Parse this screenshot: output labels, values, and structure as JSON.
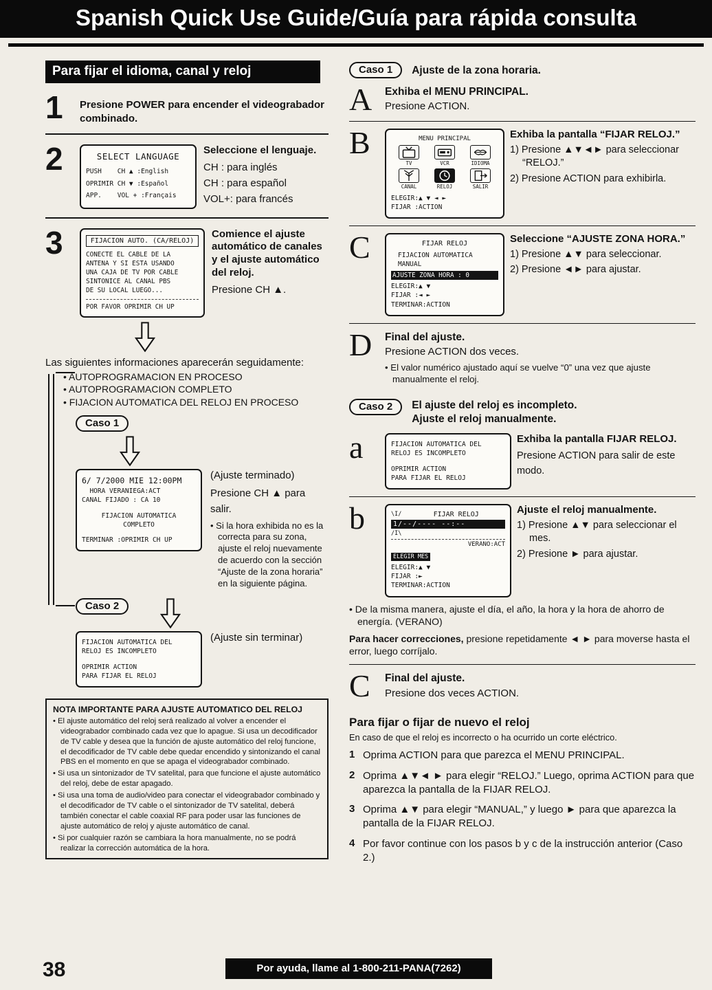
{
  "banner": {
    "title": "Spanish Quick Use Guide/Guía para rápida consulta"
  },
  "left": {
    "section_title": "Para fijar el idioma, canal y reloj",
    "step1": {
      "num": "1",
      "text": "Presione POWER para encender el videograbador combinado."
    },
    "step2": {
      "num": "2",
      "screen": {
        "title": "SELECT LANGUAGE",
        "lines": [
          "PUSH    CH ▲ :English",
          "OPRIMIR CH ▼ :Español",
          "APP.    VOL + :Français"
        ]
      },
      "caption_title": "Seleccione el lenguaje.",
      "caption_lines": [
        "CH : para inglés",
        "CH : para español",
        "VOL+: para francés"
      ]
    },
    "step3": {
      "num": "3",
      "screen": {
        "title": "FIJACION AUTO. (CA/RELOJ)",
        "body": "CONECTE EL CABLE DE LA\nANTENA Y SI ESTA USANDO\nUNA CAJA DE TV POR CABLE\nSINTONICE AL CANAL PBS\nDE SU LOCAL   LUEGO...",
        "footer": "POR FAVOR OPRIMIR CH UP"
      },
      "caption_title": "Comience el ajuste automático de canales y el ajuste automático del reloj.",
      "caption_text": "Presione CH ▲."
    },
    "info_intro": "Las siguientes informaciones aparecerán seguidamente:",
    "info_bullets": [
      "AUTOPROGRAMACION EN PROCESO",
      "AUTOPROGRAMACION COMPLETO",
      "FIJACION AUTOMATICA DEL RELOJ EN PROCESO"
    ],
    "caso1": {
      "badge": "Caso 1",
      "screen": {
        "line_big": "6/ 7/2000 MIE 12:00PM",
        "lines": [
          "  HORA VERANIEGA:ACT",
          "CANAL FIJADO : CA 10",
          "",
          "FIJACION AUTOMATICA",
          "COMPLETO",
          "",
          "TERMINAR :OPRIMIR CH UP"
        ]
      },
      "caption_note": "(Ajuste terminado)",
      "caption_text": "Presione CH ▲ para salir.",
      "caption_bullet": "Si la hora exhibida no es la correcta para su zona, ajuste el reloj nuevamente de acuerdo con la sección “Ajuste de la zona horaria” en la siguiente página."
    },
    "caso2": {
      "badge": "Caso 2",
      "screen_lines": [
        "FIJACION AUTOMATICA DEL",
        "RELOJ ES INCOMPLETO",
        "",
        "OPRIMIR ACTION",
        "PARA FIJAR EL RELOJ"
      ],
      "caption_note": "(Ajuste sin terminar)"
    },
    "note_box": {
      "title": "NOTA IMPORTANTE PARA AJUSTE AUTOMATICO DEL RELOJ",
      "bullets": [
        "El ajuste automático del reloj será realizado al volver a encender el videograbador combinado cada vez que lo apague. Si usa un decodificador de TV cable y desea que la función de ajuste automático del reloj funcione, el decodificador de TV cable debe quedar encendido y sintonizando el canal PBS en el momento en que se apaga el videograbador combinado.",
        "Si usa un sintonizador de TV satelital, para que funcione el ajuste automático del reloj, debe de estar apagado.",
        "Si usa una toma de audio/video para conectar el videograbador combinado y el decodificador de TV cable o el sintonizador de TV satelital, deberá también conectar el cable coaxial RF para poder usar las funciones de ajuste automático de reloj y ajuste automático de canal.",
        "Si por cualquier razón se cambiara la hora manualmente, no se podrá realizar la corrección automática de la hora."
      ]
    }
  },
  "right": {
    "caso1_header": {
      "badge": "Caso 1",
      "title": "Ajuste de la zona horaria."
    },
    "stepA": {
      "letter": "A",
      "title": "Exhiba el MENU PRINCIPAL.",
      "text": "Presione ACTION."
    },
    "stepB": {
      "letter": "B",
      "screen": {
        "title": "MENU PRINCIPAL",
        "selected": "RELOJ",
        "icons": [
          {
            "label": "TV"
          },
          {
            "label": "VCR"
          },
          {
            "label": "IDIOMA"
          },
          {
            "label": "CANAL"
          },
          {
            "label": "RELOJ"
          },
          {
            "label": "SALIR"
          }
        ],
        "footer_lines": [
          "ELEGIR:▲ ▼ ◄ ►",
          "FIJAR :ACTION"
        ]
      },
      "caption_title": "Exhiba la pantalla “FIJAR RELOJ.”",
      "caption_items": [
        "1) Presione ▲▼◄► para seleccionar “RELOJ.”",
        "2) Presione ACTION para exhibirla."
      ]
    },
    "stepC": {
      "letter": "C",
      "screen": {
        "title": "FIJAR RELOJ",
        "lines": [
          "FIJACION AUTOMATICA",
          "MANUAL"
        ],
        "highlight": "AJUSTE ZONA HORA : 0",
        "footer_lines": [
          "ELEGIR:▲ ▼",
          "FIJAR :◄ ►",
          "TERMINAR:ACTION"
        ]
      },
      "caption_title": "Seleccione “AJUSTE ZONA HORA.”",
      "caption_items": [
        "1) Presione ▲▼ para seleccionar.",
        "2) Presione ◄► para ajustar."
      ]
    },
    "stepD": {
      "letter": "D",
      "title": "Final del ajuste.",
      "text": "Presione ACTION dos veces.",
      "bullet": "El valor numérico ajustado aquí se vuelve “0” una vez que ajuste manualmente el reloj."
    },
    "caso2_header": {
      "badge": "Caso 2",
      "title_line1": "El ajuste del reloj es incompleto.",
      "title_line2": "Ajuste el reloj manualmente."
    },
    "stepa": {
      "letter": "a",
      "screen_lines": [
        "FIJACION AUTOMATICA DEL",
        "RELOJ ES INCOMPLETO",
        "",
        "OPRIMIR ACTION",
        "PARA FIJAR EL RELOJ"
      ],
      "caption_title": "Exhiba la pantalla FIJAR RELOJ.",
      "caption_text": "Presione ACTION para salir de este modo."
    },
    "stepb": {
      "letter": "b",
      "screen": {
        "marker_top": "\\I/",
        "title": "FIJAR RELOJ",
        "highlight_row": "1/--/----   --:--",
        "marker_bottom": "/I\\",
        "verano": "VERANO:ACT",
        "badge": "ELEGIR MES",
        "footer_lines": [
          "ELEGIR:▲ ▼",
          "FIJAR :►",
          "TERMINAR:ACTION"
        ]
      },
      "caption_title": "Ajuste el reloj manualmente.",
      "caption_items": [
        "1) Presione ▲▼ para seleccionar el mes.",
        "2) Presione ► para ajustar."
      ],
      "bullet": "De la misma manera, ajuste el día, el año, la hora y la hora de ahorro de energía. (VERANO)",
      "corrections_bold": "Para hacer correcciones,",
      "corrections_text": "presione repetidamente ◄ ► para moverse hasta el error, luego corríjalo."
    },
    "stepC2": {
      "letter": "C",
      "title": "Final del ajuste.",
      "text": "Presione dos veces ACTION."
    },
    "reset": {
      "heading": "Para fijar o fijar de nuevo el reloj",
      "intro": "En caso de que el reloj es incorrecto o ha ocurrido un corte eléctrico.",
      "steps": [
        {
          "num": "1",
          "text": "Oprima ACTION para que parezca el MENU PRINCIPAL."
        },
        {
          "num": "2",
          "text": "Oprima ▲▼◄ ► para elegir “RELOJ.” Luego, oprima ACTION para que aparezca la pantalla de la FIJAR RELOJ."
        },
        {
          "num": "3",
          "text": "Oprima ▲▼ para elegir “MANUAL,” y luego ► para que aparezca la pantalla de la FIJAR RELOJ."
        },
        {
          "num": "4",
          "text": "Por favor continue con los pasos b y c de la instrucción anterior (Caso 2.)"
        }
      ]
    }
  },
  "footer": {
    "page_number": "38",
    "help_bar": "Por ayuda, llame al 1-800-211-PANA(7262)"
  }
}
